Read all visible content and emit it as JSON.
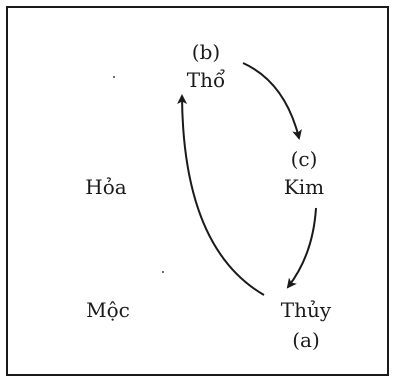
{
  "diagram": {
    "nodes": {
      "tho": {
        "marker": "(b)",
        "name": "Thổ"
      },
      "kim": {
        "marker": "(c)",
        "name": "Kim"
      },
      "thuy": {
        "name": "Thủy",
        "marker": "(a)"
      },
      "hoa": {
        "name": "Hỏa"
      },
      "moc": {
        "name": "Mộc"
      }
    },
    "edges": [
      {
        "from": "tho",
        "to": "kim"
      },
      {
        "from": "kim",
        "to": "thuy"
      },
      {
        "from": "thuy",
        "to": "tho"
      }
    ],
    "colors": {
      "ink": "#1a1a1a",
      "background": "#ffffff"
    }
  }
}
